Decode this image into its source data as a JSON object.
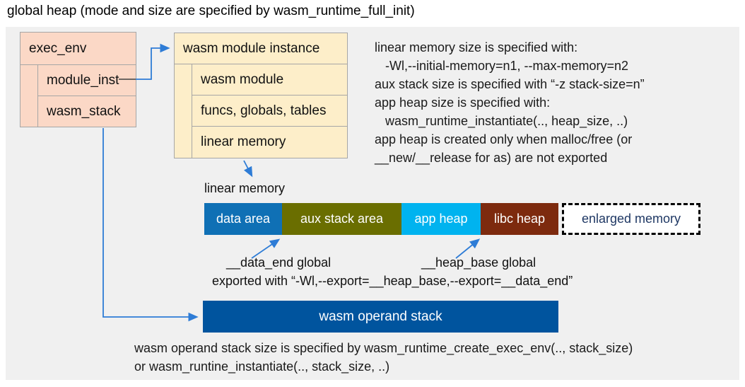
{
  "title": "global heap (mode and size are specified by wasm_runtime_full_init)",
  "exec_env": {
    "header": "exec_env",
    "rows": [
      "module_inst",
      "wasm_stack"
    ]
  },
  "module_instance": {
    "header": "wasm module instance",
    "rows": [
      "wasm module",
      "funcs, globals, tables",
      "linear memory"
    ]
  },
  "notes_right": {
    "lines": [
      "linear memory size is specified with:",
      "   -Wl,--initial-memory=n1, --max-memory=n2",
      "aux stack size is specified with “-z stack-size=n”",
      "app heap size is specified with:",
      "   wasm_runtime_instantiate(.., heap_size, ..)",
      "app heap is created only when malloc/free (or",
      "__new/__release for as) are not exported"
    ]
  },
  "linear_memory": {
    "label": "linear memory",
    "segments": [
      {
        "label": "data area",
        "color": "#0f70b5"
      },
      {
        "label": "aux stack area",
        "color": "#6a6e00"
      },
      {
        "label": "app heap",
        "color": "#00b3ef"
      },
      {
        "label": "libc heap",
        "color": "#7d2a0e"
      },
      {
        "label": "enlarged memory",
        "color": "#ffffff",
        "border": "dashed"
      }
    ]
  },
  "annotations": {
    "data_end": "__data_end global",
    "heap_base": "__heap_base global",
    "exported": "exported with “-Wl,--export=__heap_base,--export=__data_end”"
  },
  "operand_stack": {
    "label": "wasm operand stack"
  },
  "notes_bottom": {
    "lines": [
      "wasm operand stack size is specified by wasm_runtime_create_exec_env(.., stack_size)",
      "or wasm_runtine_instantiate(.., stack_size, ..)"
    ]
  },
  "colors": {
    "panel_bg": "#f0f0f0",
    "exec_env_bg": "#fbd8c6",
    "module_instance_bg": "#fdeec9",
    "box_border": "#a6a6a6",
    "arrow_blue": "#2e7cd6",
    "data_area": "#0f70b5",
    "aux_stack_area": "#6a6e00",
    "app_heap": "#00b3ef",
    "libc_heap": "#7d2a0e",
    "operand_stack": "#00549e",
    "enlarged_memory_text": "#1f3864"
  }
}
